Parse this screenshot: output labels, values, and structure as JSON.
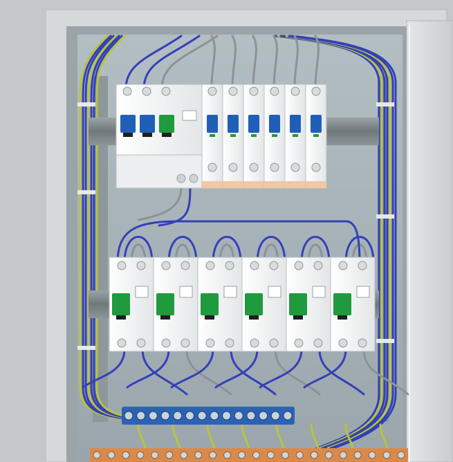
{
  "scene": {
    "subject": "electrical-distribution-panel",
    "colors": {
      "wall": "#c9cdce",
      "cabinet": "#dcdfe0",
      "cabinet_inner": "#8a9499",
      "back_plate": "#a7b3b8",
      "din_rail": "#7f8a8e",
      "breaker_white": "#f2f3f3",
      "blue_handle": "#1f5fb8",
      "green_handle": "#1f9a3c",
      "wire_blue": "#3340b8",
      "wire_grey": "#8d9296",
      "wire_yellow_green": "#b8c43c",
      "busbar_blue": "#2a63b4",
      "busbar_earth": "#d98a4a"
    },
    "top_row": {
      "rcd_poles": [
        "blue",
        "blue",
        "green"
      ],
      "breaker_handles": [
        "blue",
        "blue",
        "blue",
        "blue",
        "blue",
        "blue"
      ]
    },
    "bottom_row": {
      "rcbo_handles": [
        "green",
        "green",
        "green",
        "green",
        "green",
        "green"
      ]
    },
    "neutral_bar_terminals": 14,
    "earth_bar_terminals": 22
  }
}
